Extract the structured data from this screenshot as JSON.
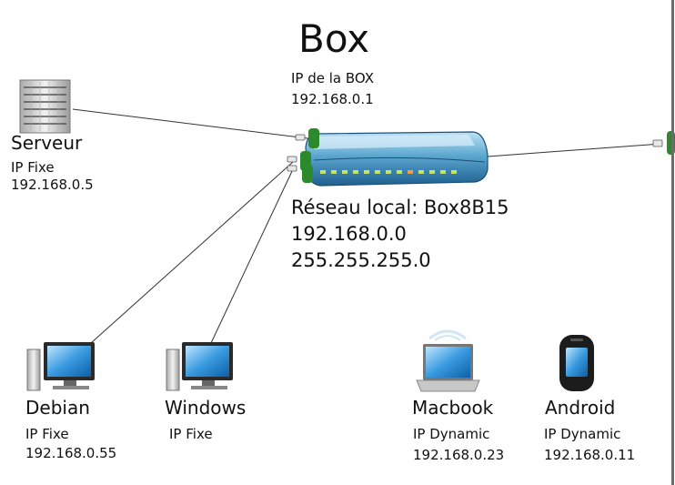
{
  "box": {
    "title": "Box",
    "ip_label": "IP de la BOX",
    "ip": "192.168.0.1",
    "network_label": "Réseau local: Box8B15",
    "network": "192.168.0.0",
    "netmask": "255.255.255.0"
  },
  "devices": [
    {
      "name": "Serveur",
      "mode": "IP Fixe",
      "ip": "192.168.0.5",
      "icon": "server-icon"
    },
    {
      "name": "Debian",
      "mode": "IP Fixe",
      "ip": "192.168.0.55",
      "icon": "desktop-icon"
    },
    {
      "name": "Windows",
      "mode": "IP Fixe",
      "ip": "",
      "icon": "desktop-icon"
    },
    {
      "name": "Macbook",
      "mode": "IP Dynamic",
      "ip": "192.168.0.23",
      "icon": "laptop-icon"
    },
    {
      "name": "Android",
      "mode": "IP Dynamic",
      "ip": "192.168.0.11",
      "icon": "phone-icon"
    }
  ],
  "colors": {
    "router_body": "#3f87b5",
    "connector": "#2c8a2c",
    "screen": "#3a9be0",
    "line": "#333333"
  }
}
